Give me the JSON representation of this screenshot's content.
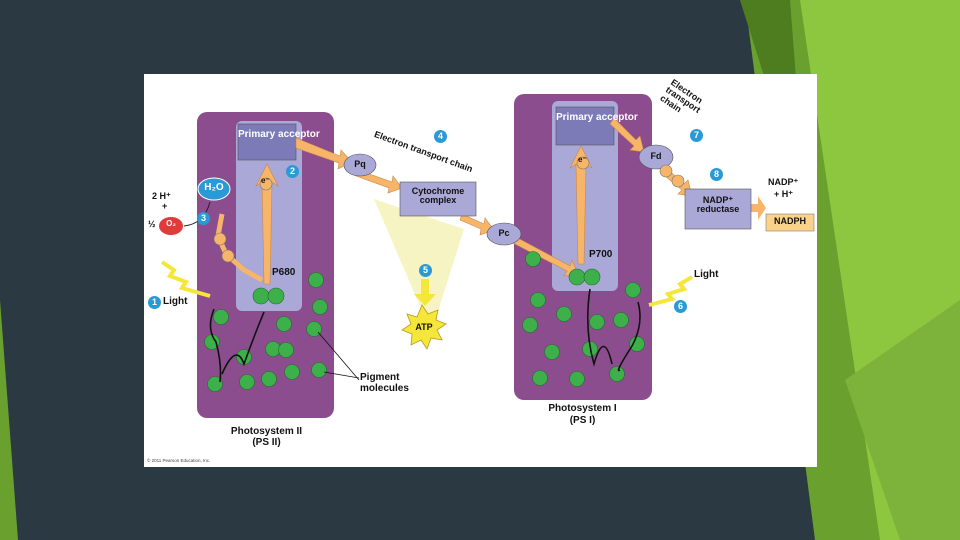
{
  "theme": {
    "background": "#2b3a42",
    "green_light": "#8dc63f",
    "green_mid": "#6aa12e",
    "green_dark": "#4d7d1f"
  },
  "diagram": {
    "psii": {
      "primary_acceptor": "Primary acceptor",
      "reaction_center": "P680",
      "name": "Photosystem II",
      "abbr": "(PS II)",
      "electron": "e⁻"
    },
    "psi": {
      "primary_acceptor": "Primary acceptor",
      "reaction_center": "P700",
      "name": "Photosystem I",
      "abbr": "(PS I)",
      "electron": "e⁻"
    },
    "water": {
      "h2o": "H₂O",
      "two_h": "2 H⁺",
      "plus": "+",
      "half": "½",
      "o2": "O₂"
    },
    "carriers": {
      "pq": "Pq",
      "cytochrome": "Cytochrome complex",
      "pc": "Pc",
      "fd": "Fd",
      "nadp_reductase": "NADP⁺ reductase"
    },
    "labels": {
      "etc_1": "Electron transport chain",
      "etc_2": "Electron transport chain",
      "light_1": "Light",
      "light_2": "Light",
      "atp": "ATP",
      "pigment": "Pigment molecules",
      "nadp_in": "NADP⁺",
      "nadp_in2": "+ H⁺",
      "nadph": "NADPH",
      "copyright": "© 2011 Pearson Education, Inc."
    },
    "steps": [
      "1",
      "2",
      "3",
      "4",
      "5",
      "6",
      "7",
      "8"
    ],
    "colors": {
      "photosystem": "#8b4d8e",
      "inner_panel": "#a9a8d6",
      "acceptor_box": "#7d7ab8",
      "pigment": "#3db04b",
      "arrow": "#f7b56a",
      "step_circle": "#2a9ad6",
      "atp_star": "#f5e63a",
      "nadph_box": "#fbd28a"
    }
  }
}
